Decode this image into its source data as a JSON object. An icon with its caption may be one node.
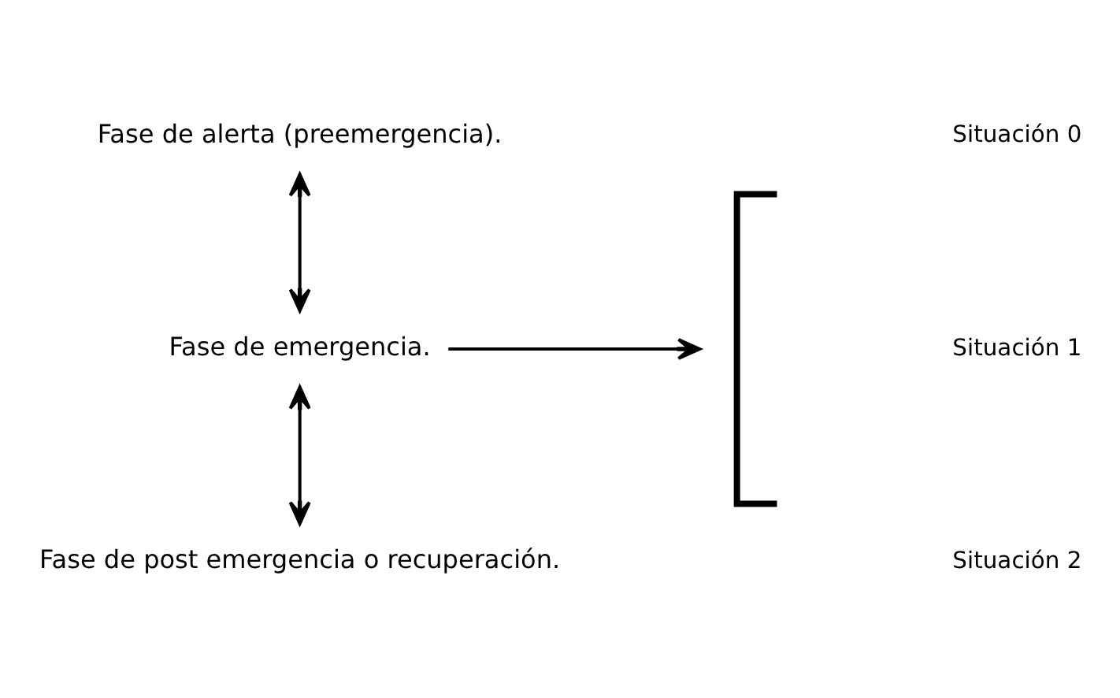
{
  "diagram": {
    "nodes": [
      {
        "text": [
          "Fase de alerta (preemergencia)."
        ]
      },
      {
        "text": [
          "Fase de emergencia."
        ]
      },
      {
        "text": [
          "Fase de post emergencia o recuperación."
        ]
      },
      {
        "text": [],
        "shape": "brace"
      }
    ],
    "edges": [
      {
        "from": 0,
        "to": 1,
        "arrow": "both"
      },
      {
        "from": 1,
        "to": 2,
        "arrow": "both"
      },
      {
        "from": 1,
        "to": 3,
        "arrow": "to"
      }
    ],
    "labels": [
      "Situación 0",
      "Situación 1",
      "Situación 2"
    ]
  }
}
